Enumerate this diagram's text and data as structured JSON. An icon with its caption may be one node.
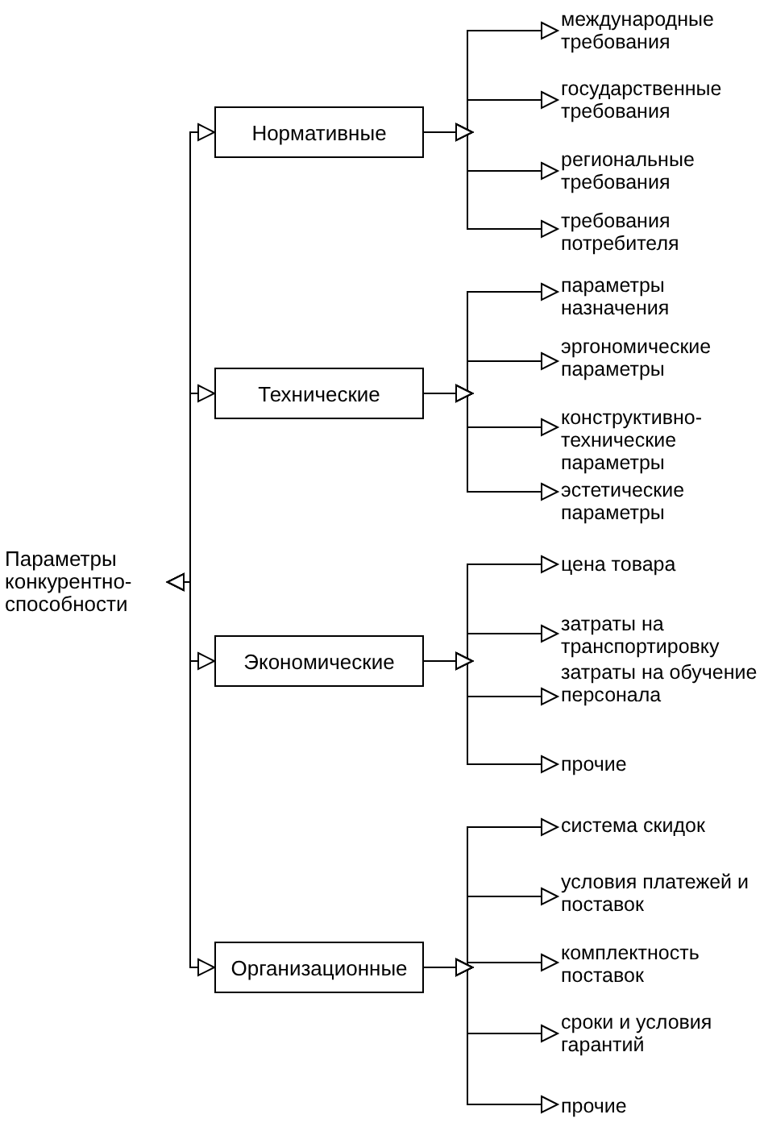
{
  "diagram": {
    "nodes": [
      {
        "text": [
          "Параметры конкурентно-способности"
        ]
      },
      {
        "text": [
          "Нормативные"
        ]
      },
      {
        "text": [
          "международные требования"
        ]
      },
      {
        "text": [
          "государственные требования"
        ]
      },
      {
        "text": [
          "региональные требования"
        ]
      },
      {
        "text": [
          "требования потребителя"
        ]
      },
      {
        "text": [
          "Технические"
        ]
      },
      {
        "text": [
          "параметры назначения"
        ]
      },
      {
        "text": [
          "эргономические параметры"
        ]
      },
      {
        "text": [
          "конструктивно-технические параметры"
        ]
      },
      {
        "text": [
          "эстетические параметры"
        ]
      },
      {
        "text": [
          "Экономические"
        ]
      },
      {
        "text": [
          "цена товара"
        ]
      },
      {
        "text": [
          "затраты на транспортировку"
        ]
      },
      {
        "text": [
          "затраты на обучение персонала"
        ]
      },
      {
        "text": [
          "прочие"
        ]
      },
      {
        "text": [
          "Организационные"
        ]
      },
      {
        "text": [
          "система скидок"
        ]
      },
      {
        "text": [
          "условия платежей и поставок"
        ]
      },
      {
        "text": [
          "комплектность поставок"
        ]
      },
      {
        "text": [
          "сроки и условия гарантий"
        ]
      },
      {
        "text": [
          "прочие"
        ]
      }
    ],
    "edges": [
      {
        "from": 0,
        "to": 1,
        "arrow": "both"
      },
      {
        "from": 0,
        "to": 6,
        "arrow": "both"
      },
      {
        "from": 0,
        "to": 11,
        "arrow": "both"
      },
      {
        "from": 0,
        "to": 16,
        "arrow": "both"
      },
      {
        "from": 1,
        "to": 2,
        "arrow": "to"
      },
      {
        "from": 1,
        "to": 3,
        "arrow": "to"
      },
      {
        "from": 1,
        "to": 4,
        "arrow": "to"
      },
      {
        "from": 1,
        "to": 5,
        "arrow": "to"
      },
      {
        "from": 6,
        "to": 7,
        "arrow": "to"
      },
      {
        "from": 6,
        "to": 8,
        "arrow": "to"
      },
      {
        "from": 6,
        "to": 9,
        "arrow": "to"
      },
      {
        "from": 6,
        "to": 10,
        "arrow": "to"
      },
      {
        "from": 11,
        "to": 12,
        "arrow": "to"
      },
      {
        "from": 11,
        "to": 13,
        "arrow": "to"
      },
      {
        "from": 11,
        "to": 14,
        "arrow": "to"
      },
      {
        "from": 11,
        "to": 15,
        "arrow": "to"
      },
      {
        "from": 16,
        "to": 17,
        "arrow": "to"
      },
      {
        "from": 16,
        "to": 18,
        "arrow": "to"
      },
      {
        "from": 16,
        "to": 19,
        "arrow": "to"
      },
      {
        "from": 16,
        "to": 20,
        "arrow": "to"
      },
      {
        "from": 16,
        "to": 21,
        "arrow": "to"
      }
    ]
  }
}
